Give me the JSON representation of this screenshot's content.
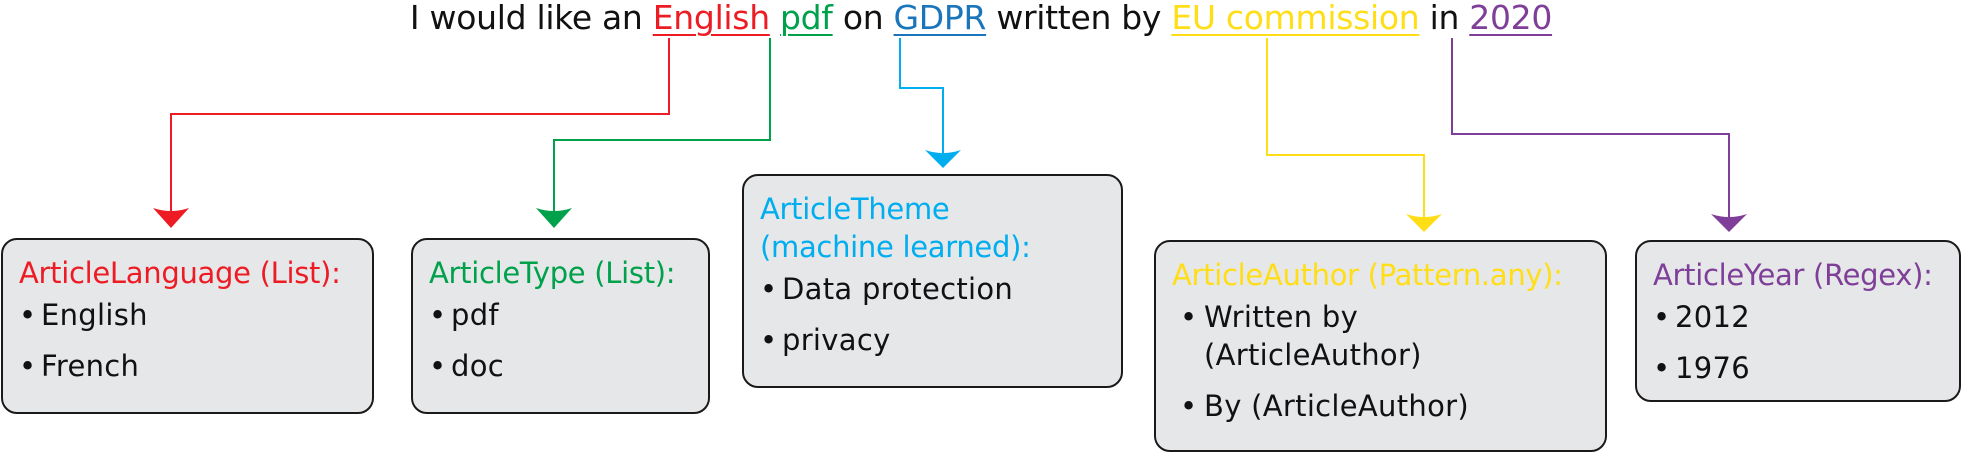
{
  "colors": {
    "language": "#ed1c24",
    "type": "#00a14b",
    "theme_keyword": "#1b75bb",
    "theme": "#00aeef",
    "author": "#ffde17",
    "year": "#7f3f98",
    "text": "#111111",
    "box_fill": "#e6e7e9",
    "box_border": "#1a1a1a"
  },
  "sentence": {
    "part1": "I would like an ",
    "language": "English",
    "part2": " ",
    "type": "pdf",
    "part3": " on ",
    "theme": "GDPR",
    "part4": " written by ",
    "author": "EU commission",
    "part5": " in ",
    "year": "2020"
  },
  "entities": [
    {
      "key": "language",
      "title": "ArticleLanguage (List):",
      "items": [
        "English",
        "French"
      ]
    },
    {
      "key": "type",
      "title": "ArticleType (List):",
      "items": [
        "pdf",
        "doc"
      ]
    },
    {
      "key": "theme",
      "title_line1": "ArticleTheme",
      "title_line2": "(machine learned):",
      "items": [
        "Data protection",
        "privacy"
      ]
    },
    {
      "key": "author",
      "title": "ArticleAuthor (Pattern.any):",
      "items": [
        "Written by\n(ArticleAuthor)",
        "By (ArticleAuthor)"
      ]
    },
    {
      "key": "year",
      "title": "ArticleYear (Regex):",
      "items": [
        "2012",
        "1976"
      ]
    }
  ],
  "bullet_glyph": "•",
  "connector_icon": "arrow-down-icon"
}
